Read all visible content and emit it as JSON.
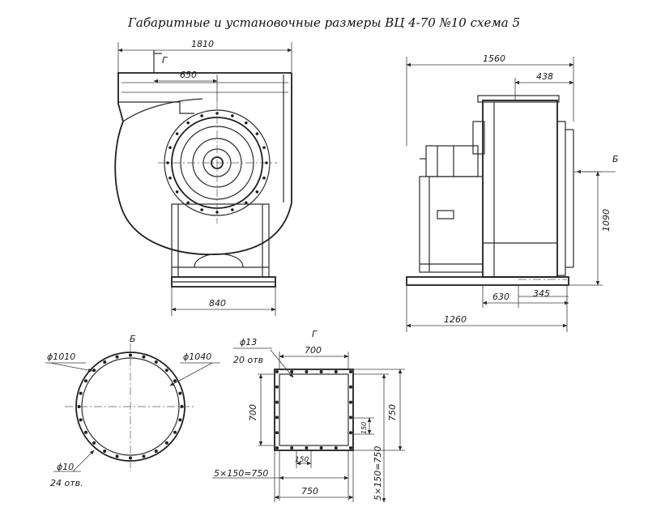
{
  "title": "Габаритные и установочные размеры ВЦ 4-70 №10 схема 5",
  "front_view": {
    "dims": {
      "overall_width": "1810",
      "outlet_offset": "650",
      "base_width": "840"
    },
    "marker_g": "Г"
  },
  "side_view": {
    "dims": {
      "overall_length": "1560",
      "outlet_offset": "438",
      "height": "1090",
      "base_length": "1260",
      "base_part": "630",
      "foot_offset": "345"
    },
    "marker_b": "Б"
  },
  "view_b": {
    "label": "Б",
    "inner_diameter": "ϕ1010",
    "outer_diameter": "ϕ1040",
    "hole_diameter": "ϕ10",
    "hole_count": "24 отв."
  },
  "view_g": {
    "label": "Г",
    "hole_diameter": "ϕ13",
    "hole_count": "20 отв",
    "dims": {
      "inner_width": "700",
      "inner_height": "700",
      "outer_height": "750",
      "outer_width": "750",
      "pitch": "150",
      "pitch_v": "150",
      "pitch_row": "5×150=750",
      "pitch_col": "5×150=750"
    }
  }
}
